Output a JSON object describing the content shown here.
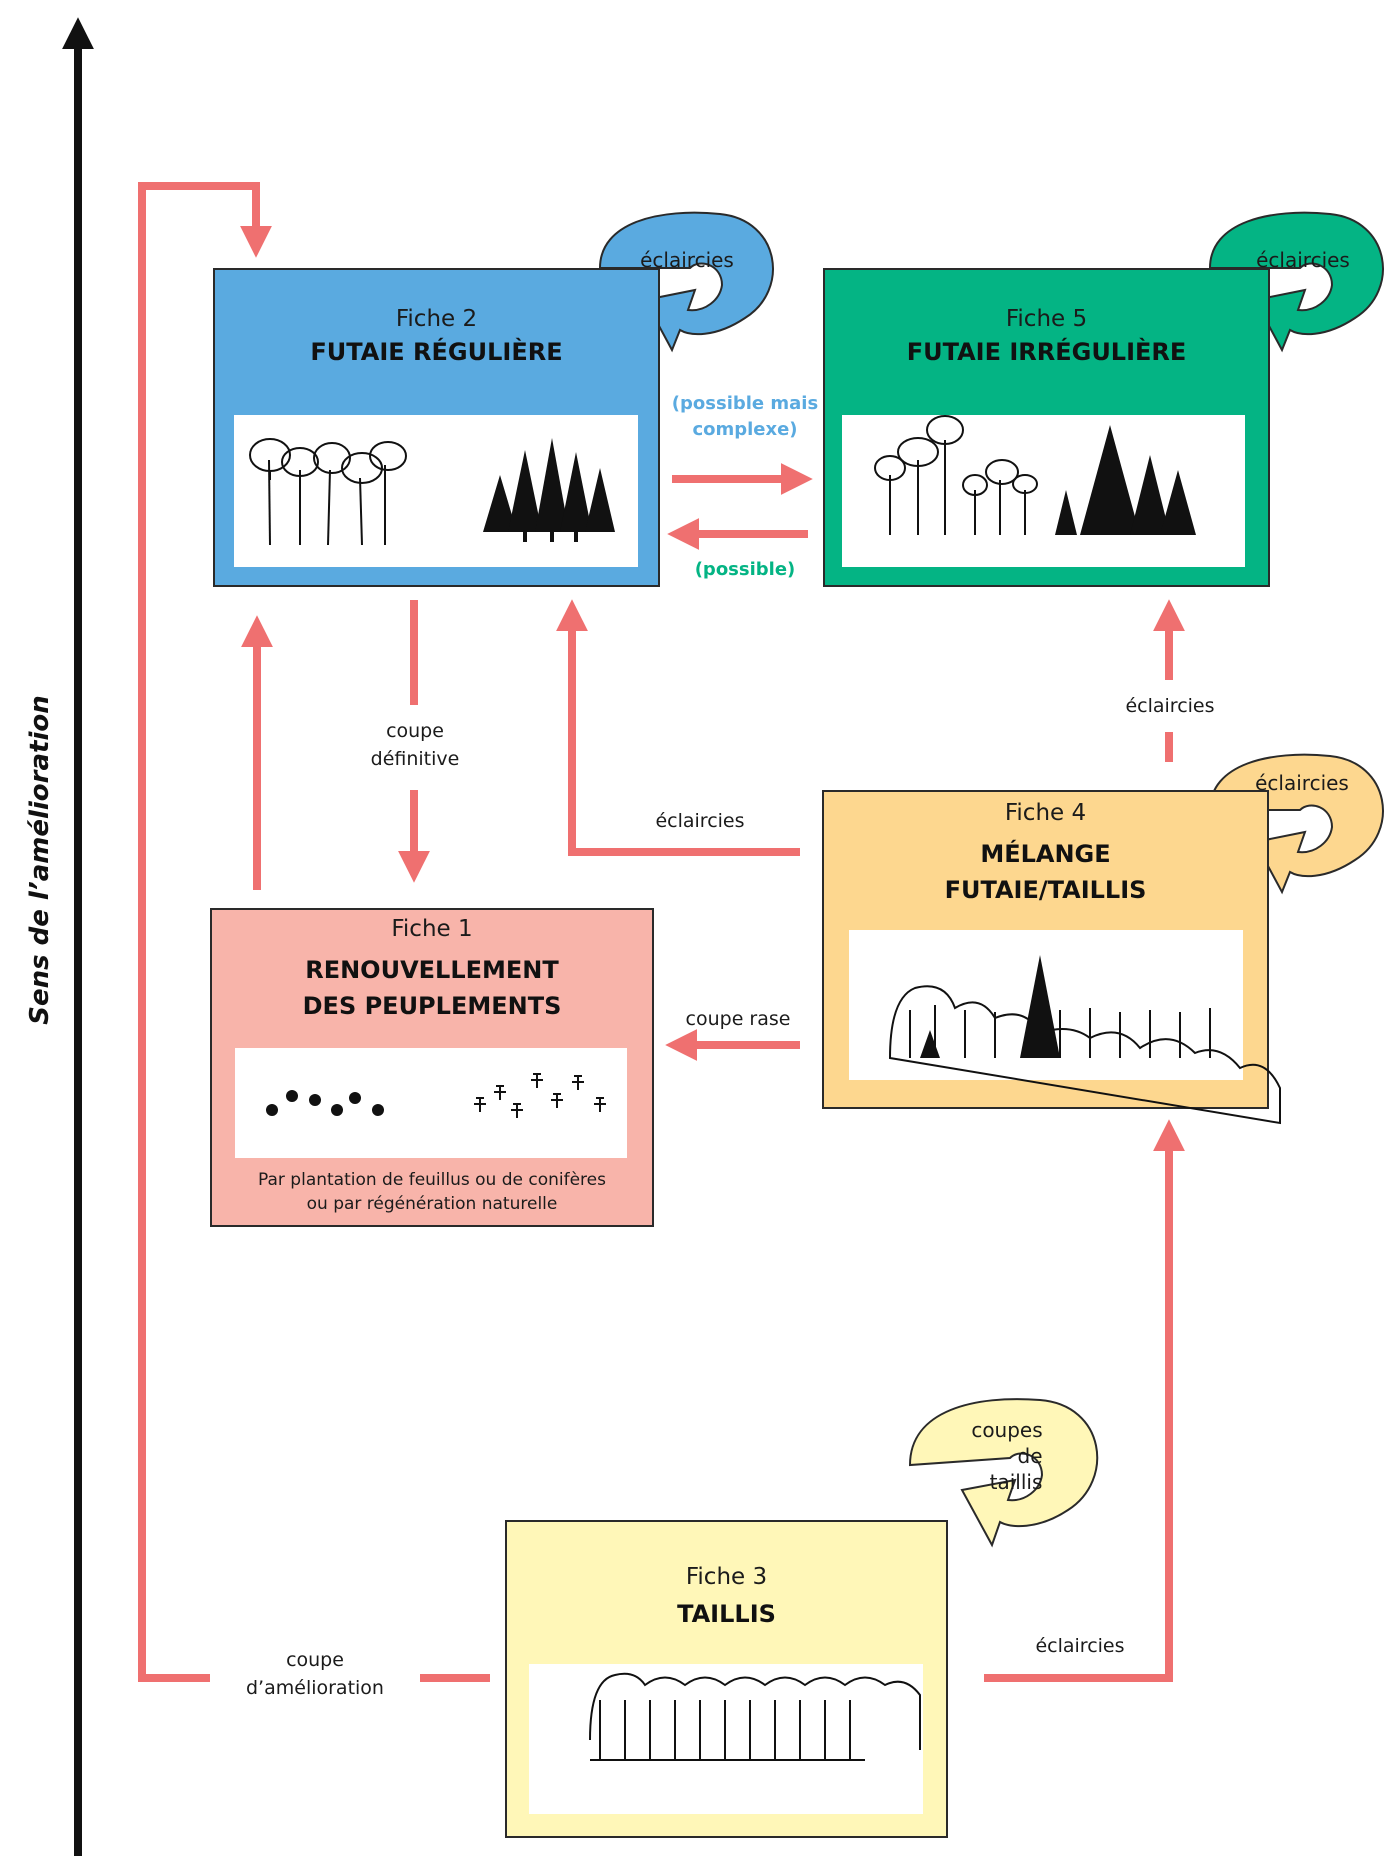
{
  "axis": {
    "label": "Sens de l’amélioration"
  },
  "colors": {
    "arrow": "#ef7070",
    "axis": "#111111",
    "fiche1": "#f8b4aa",
    "fiche2": "#5aaae0",
    "fiche3": "#fff7b8",
    "fiche4": "#fdd78f",
    "fiche5": "#04b484",
    "possible_mais_complexe": "#5aaae0",
    "possible": "#04b484"
  },
  "boxes": {
    "fiche2": {
      "fiche": "Fiche 2",
      "name": "FUTAIE RÉGULIÈRE",
      "loop": "éclaircies"
    },
    "fiche5": {
      "fiche": "Fiche 5",
      "name": "FUTAIE IRRÉGULIÈRE",
      "loop": "éclaircies"
    },
    "fiche1": {
      "fiche": "Fiche 1",
      "name_line1": "RENOUVELLEMENT",
      "name_line2": "DES PEUPLEMENTS",
      "caption_line1": "Par plantation de feuillus ou de conifères",
      "caption_line2": "ou par régénération naturelle"
    },
    "fiche4": {
      "fiche": "Fiche 4",
      "name_line1": "MÉLANGE",
      "name_line2": "FUTAIE/TAILLIS",
      "loop": "éclaircies"
    },
    "fiche3": {
      "fiche": "Fiche 3",
      "name": "TAILLIS",
      "loop_line1": "coupes",
      "loop_line2": "de",
      "loop_line3": "taillis"
    }
  },
  "transitions": {
    "f2_to_f5_line1": "(possible mais",
    "f2_to_f5_line2": "complexe)",
    "f5_to_f2": "(possible)",
    "coupe_definitive_line1": "coupe",
    "coupe_definitive_line2": "définitive",
    "f4_to_f2": "éclaircies",
    "f4_to_f5": "éclaircies",
    "f4_to_f1": "coupe rase",
    "f3_to_f4": "éclaircies",
    "f3_to_f2_line1": "coupe",
    "f3_to_f2_line2": "d’amélioration"
  }
}
